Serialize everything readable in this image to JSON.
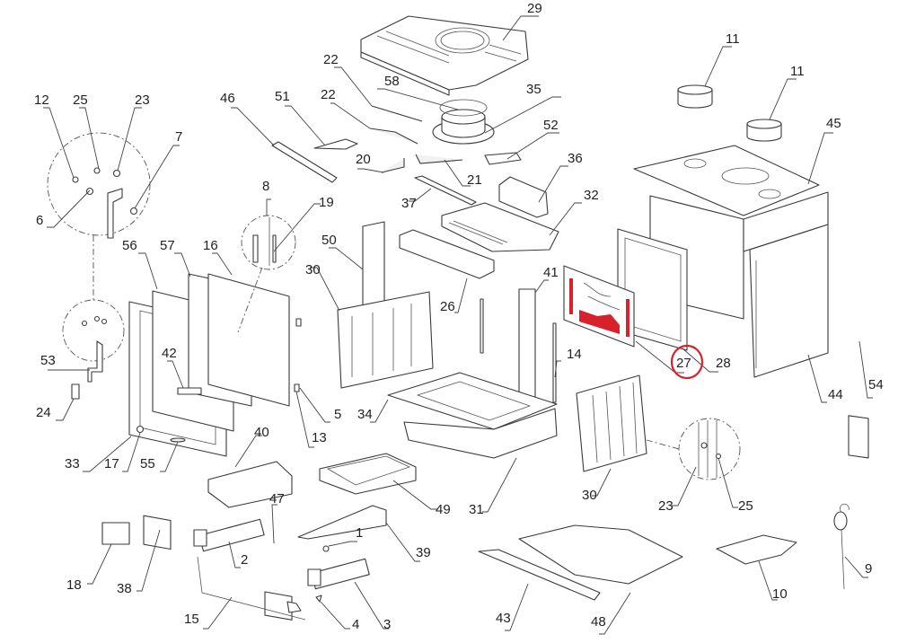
{
  "diagram": {
    "type": "exploded-parts-diagram",
    "subject": "wood-burning stove assembly",
    "highlight_color": "#d8212b",
    "highlighted_part": "27",
    "callouts": [
      {
        "id": "c29",
        "label": "29"
      },
      {
        "id": "c11a",
        "label": "11"
      },
      {
        "id": "c11b",
        "label": "11"
      },
      {
        "id": "c22a",
        "label": "22"
      },
      {
        "id": "c22b",
        "label": "22"
      },
      {
        "id": "c58",
        "label": "58"
      },
      {
        "id": "c35",
        "label": "35"
      },
      {
        "id": "c52",
        "label": "52"
      },
      {
        "id": "c45",
        "label": "45"
      },
      {
        "id": "c12",
        "label": "12"
      },
      {
        "id": "c25a",
        "label": "25"
      },
      {
        "id": "c23a",
        "label": "23"
      },
      {
        "id": "c7",
        "label": "7"
      },
      {
        "id": "c46",
        "label": "46"
      },
      {
        "id": "c51",
        "label": "51"
      },
      {
        "id": "c20",
        "label": "20"
      },
      {
        "id": "c21",
        "label": "21"
      },
      {
        "id": "c36",
        "label": "36"
      },
      {
        "id": "c6",
        "label": "6"
      },
      {
        "id": "c37",
        "label": "37"
      },
      {
        "id": "c32",
        "label": "32"
      },
      {
        "id": "c8",
        "label": "8"
      },
      {
        "id": "c19",
        "label": "19"
      },
      {
        "id": "c50",
        "label": "50"
      },
      {
        "id": "c56",
        "label": "56"
      },
      {
        "id": "c57",
        "label": "57"
      },
      {
        "id": "c16",
        "label": "16"
      },
      {
        "id": "c30a",
        "label": "30"
      },
      {
        "id": "c26",
        "label": "26"
      },
      {
        "id": "c41",
        "label": "41"
      },
      {
        "id": "c42",
        "label": "42"
      },
      {
        "id": "c53",
        "label": "53"
      },
      {
        "id": "c27",
        "label": "27"
      },
      {
        "id": "c28",
        "label": "28"
      },
      {
        "id": "c14",
        "label": "14"
      },
      {
        "id": "c54",
        "label": "54"
      },
      {
        "id": "c24",
        "label": "24"
      },
      {
        "id": "c5",
        "label": "5"
      },
      {
        "id": "c34",
        "label": "34"
      },
      {
        "id": "c44",
        "label": "44"
      },
      {
        "id": "c13",
        "label": "13"
      },
      {
        "id": "c33",
        "label": "33"
      },
      {
        "id": "c17",
        "label": "17"
      },
      {
        "id": "c55",
        "label": "55"
      },
      {
        "id": "c40",
        "label": "40"
      },
      {
        "id": "c49",
        "label": "49"
      },
      {
        "id": "c31",
        "label": "31"
      },
      {
        "id": "c30b",
        "label": "30"
      },
      {
        "id": "c23b",
        "label": "23"
      },
      {
        "id": "c25b",
        "label": "25"
      },
      {
        "id": "c47",
        "label": "47"
      },
      {
        "id": "c1",
        "label": "1"
      },
      {
        "id": "c39",
        "label": "39"
      },
      {
        "id": "c2",
        "label": "2"
      },
      {
        "id": "c9",
        "label": "9"
      },
      {
        "id": "c18",
        "label": "18"
      },
      {
        "id": "c38",
        "label": "38"
      },
      {
        "id": "c10",
        "label": "10"
      },
      {
        "id": "c15",
        "label": "15"
      },
      {
        "id": "c4",
        "label": "4"
      },
      {
        "id": "c3",
        "label": "3"
      },
      {
        "id": "c43",
        "label": "43"
      },
      {
        "id": "c48",
        "label": "48"
      }
    ]
  }
}
